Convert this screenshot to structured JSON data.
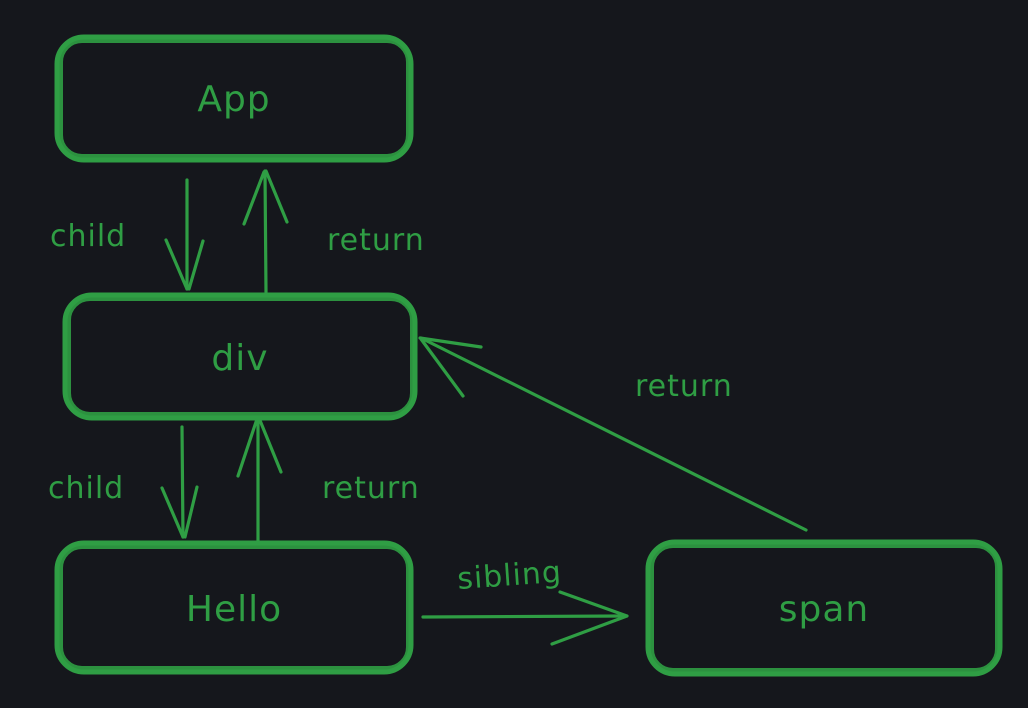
{
  "colors": {
    "background": "#15171c",
    "stroke": "#2f9e44"
  },
  "nodes": {
    "app": {
      "label": "App"
    },
    "div": {
      "label": "div"
    },
    "hello": {
      "label": "Hello"
    },
    "span": {
      "label": "span"
    }
  },
  "edges": {
    "app_to_div": {
      "label": "child",
      "from": "App",
      "to": "div"
    },
    "div_to_app": {
      "label": "return",
      "from": "div",
      "to": "App"
    },
    "div_to_hello": {
      "label": "child",
      "from": "div",
      "to": "Hello"
    },
    "hello_to_div": {
      "label": "return",
      "from": "Hello",
      "to": "div"
    },
    "hello_to_span": {
      "label": "sibling",
      "from": "Hello",
      "to": "span"
    },
    "span_to_div": {
      "label": "return",
      "from": "span",
      "to": "div"
    }
  }
}
